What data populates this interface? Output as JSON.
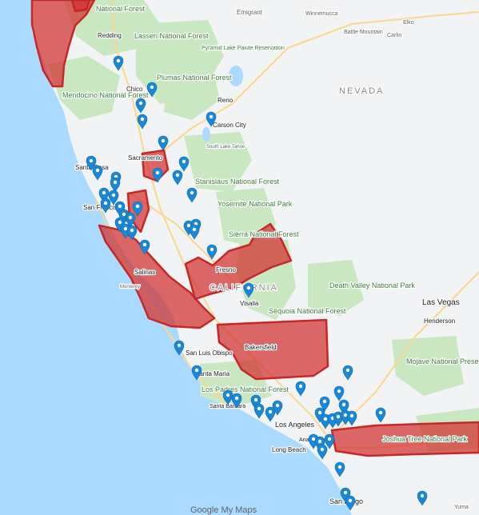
{
  "map": {
    "attribution": "Google My Maps",
    "state_labels": [
      "NEVADA",
      "CALIFORNIA"
    ],
    "park_labels": [
      "National Forest",
      "Lassen National Forest",
      "Mendocino National Forest",
      "Plumas National Forest",
      "Stanislaus National Forest",
      "Yosemite National Park",
      "Sierra National Forest",
      "Sequoia National Forest",
      "Death Valley National Park",
      "Los Padres National Forest",
      "Mojave National Preserve",
      "Joshua Tree National Park",
      "Pyramid Lake Paiute Reservation"
    ],
    "city_labels": [
      "Redding",
      "Chico",
      "Reno",
      "Carson City",
      "South Lake Tahoe",
      "Sacramento",
      "Santa Rosa",
      "San Francisco",
      "Fresno",
      "Salinas",
      "Visalia",
      "Bakersfield",
      "San Luis Obispo",
      "Santa Maria",
      "Santa Barbara",
      "Los Angeles",
      "Anaheim",
      "Long Beach",
      "San Diego",
      "Las Vegas",
      "Henderson",
      "Winnemucca",
      "Battle Mountain",
      "Carlin",
      "Elko",
      "Emigrant",
      "Monterey",
      "Yuma"
    ],
    "colors": {
      "land": "#f1f3f4",
      "ocean": "#aadaff",
      "forest": "#c9e7c1",
      "highway": "#fbd78a",
      "marker": "#1a88d6",
      "highlight_fill": "#d32f2f",
      "highlight_stroke": "#c62828"
    },
    "marker_icon": "map-pin-icon",
    "highlight_regions": [
      "Northern California coast",
      "Sacramento",
      "Bay Area",
      "Central Coast",
      "Sierra foothills",
      "Bakersfield",
      "Joshua Tree / Coachella"
    ]
  }
}
